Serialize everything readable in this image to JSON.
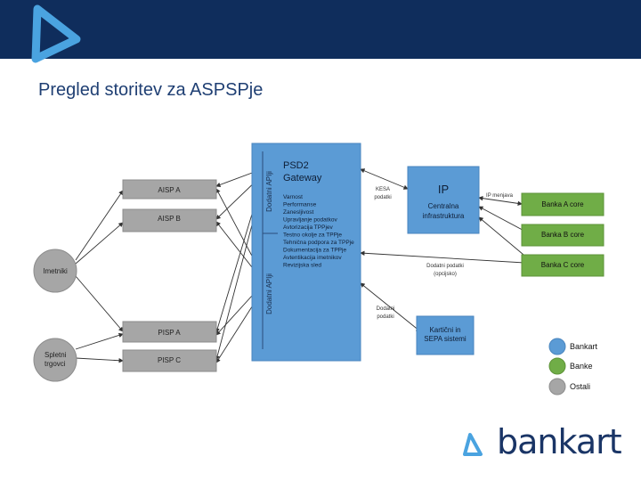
{
  "slide": {
    "title": "Pregled storitev za ASPSPje"
  },
  "diagram": {
    "gateway": {
      "title_line1": "PSD2",
      "title_line2": "Gateway",
      "side_top": "Dodatni APIji",
      "side_bottom": "Dodatni APIji",
      "features": [
        "Varnost",
        "Performanse",
        "Zanesljivost",
        "Upravljanje podatkov",
        "Avtorizacija TPPjev",
        "Testno okolje za TPPje",
        "Tehnična podpora za TPPje",
        "Dokumentacija za TPPje",
        "Avtentikacija imetnikov",
        "Revizijska sled"
      ]
    },
    "tpp": {
      "aisp_a": "AISP A",
      "aisp_b": "AISP B",
      "pisp_a": "PISP A",
      "pisp_c": "PISP C"
    },
    "actors": {
      "imetniki": "Imetniki",
      "spletni_line1": "Spletni",
      "spletni_line2": "trgovci"
    },
    "ip": {
      "title": "IP",
      "line1": "Centralna",
      "line2": "infrastruktura"
    },
    "cards": {
      "line1": "Kartični in",
      "line2": "SEPA sistemi"
    },
    "banks": {
      "a": "Banka A core",
      "b": "Banka B core",
      "c": "Banka C core"
    },
    "labels": {
      "kesa_line1": "KESA",
      "kesa_line2": "podatki",
      "ip_menjava": "IP menjava",
      "dodatni_opcijsko_line1": "Dodatni podatki",
      "dodatni_opcijsko_line2": "(opcijsko)",
      "dodatni_line1": "Dodatni",
      "dodatni_line2": "podatki"
    },
    "legend": {
      "bankart": "Bankart",
      "banke": "Banke",
      "ostali": "Ostali"
    },
    "colors": {
      "blue": "#5b9bd5",
      "green": "#70ad47",
      "gray": "#a6a6a6",
      "navy": "#0f2d5c"
    }
  },
  "brand": {
    "name": "bankart"
  }
}
